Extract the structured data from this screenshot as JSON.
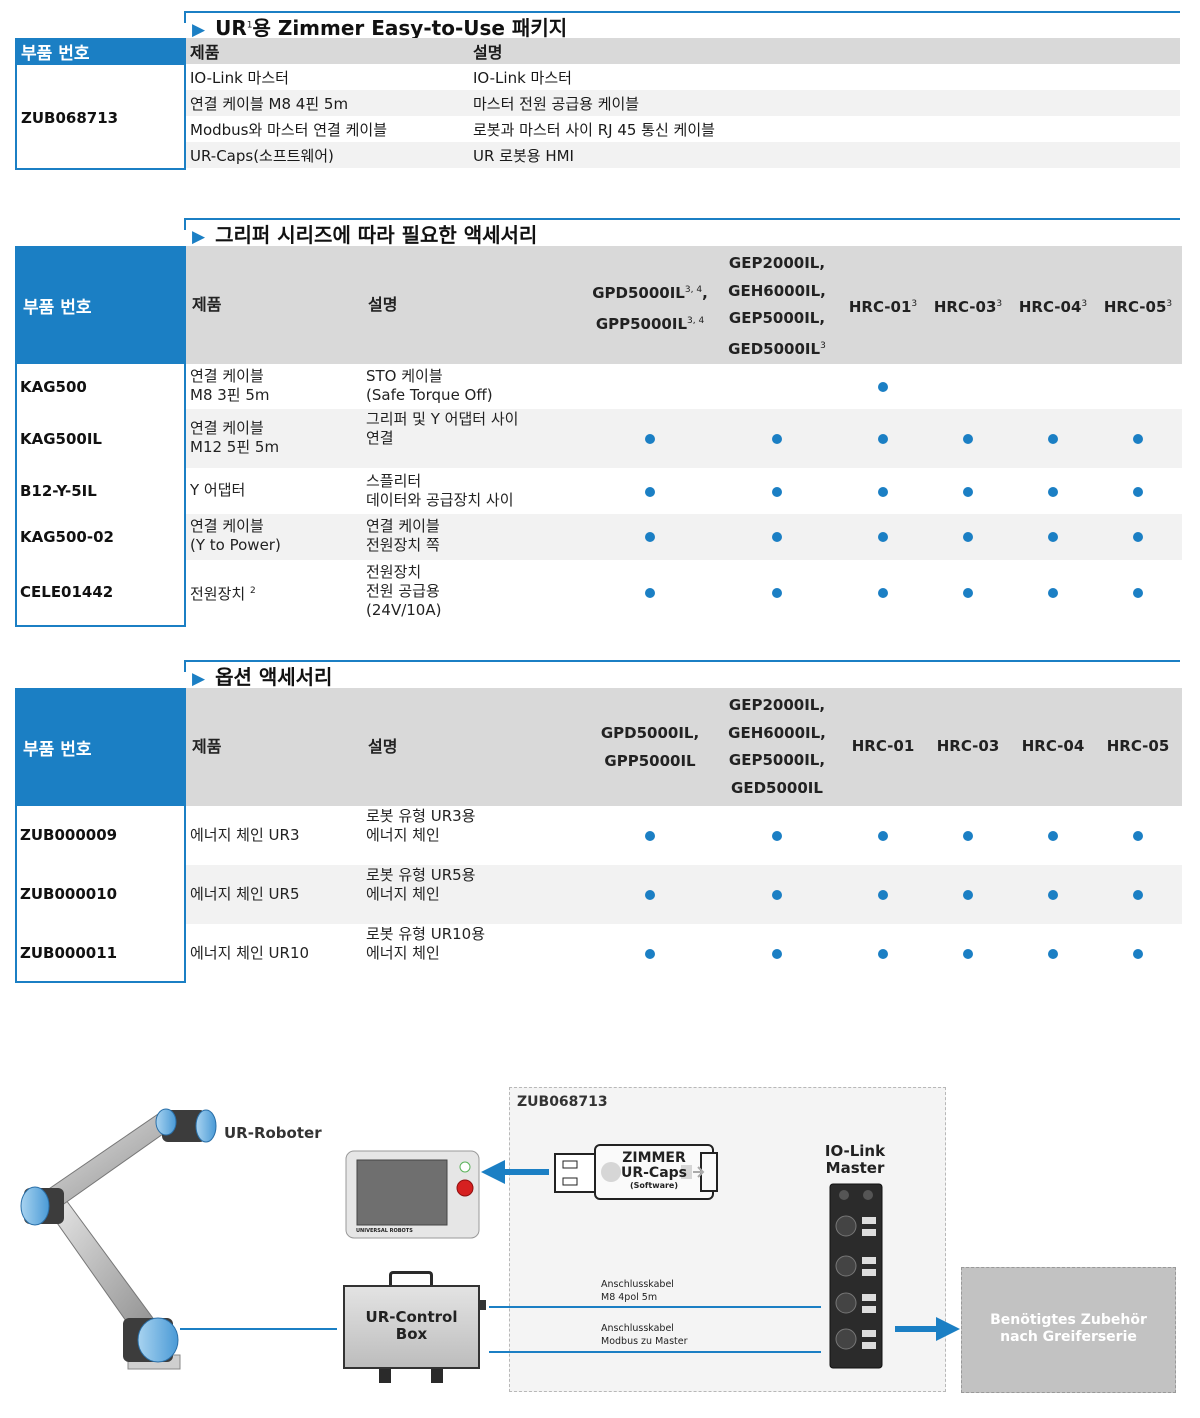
{
  "section1": {
    "title_prefix": "UR",
    "title_sup": "1",
    "title_suffix": "용 Zimmer Easy-to-Use 패키지",
    "part_header": "부품 번호",
    "part_number": "ZUB068713",
    "col_product": "제품",
    "col_desc": "설명",
    "rows": [
      {
        "product": "IO-Link 마스터",
        "desc": "IO-Link 마스터"
      },
      {
        "product": "연결 케이블 M8 4핀 5m",
        "desc": "마스터 전원 공급용 케이블"
      },
      {
        "product": "Modbus와 마스터 연결 케이블",
        "desc": "로봇과 마스터 사이 RJ 45 통신 케이블"
      },
      {
        "product": "UR-Caps(소프트웨어)",
        "desc": "UR 로봇용 HMI"
      }
    ]
  },
  "section2": {
    "title": "그리퍼 시리즈에 따라 필요한 액세서리",
    "part_header": "부품 번호",
    "col_product": "제품",
    "col_desc": "설명",
    "h1_l1": "GPD5000IL",
    "h1_s1": "3, 4",
    "h1_c": ",",
    "h1_l2": "GPP5000IL",
    "h1_s2": "3, 4",
    "h2_l1": "GEP2000IL,",
    "h2_l2": "GEH6000IL,",
    "h2_l3": "GEP5000IL,",
    "h2_l4": "GED5000IL",
    "h2_s": "3",
    "h3": "HRC-01",
    "h3_s": "3",
    "h4": "HRC-03",
    "h4_s": "3",
    "h5": "HRC-04",
    "h5_s": "3",
    "h6": "HRC-05",
    "h6_s": "3",
    "rows": [
      {
        "pn": "KAG500",
        "p1": "연결 케이블",
        "p2": "M8 3핀 5m",
        "d1": "STO 케이블",
        "d2": "(Safe Torque Off)",
        "d3": ""
      },
      {
        "pn": "KAG500IL",
        "p1": "연결 케이블",
        "p2": "M12 5핀 5m",
        "d1": "그리퍼 및 Y 어댑터 사이",
        "d2": "연결",
        "d3": ""
      },
      {
        "pn": "B12-Y-5IL",
        "p1": "Y 어댑터",
        "p2": "",
        "d1": "스플리터",
        "d2": "데이터와 공급장치 사이",
        "d3": ""
      },
      {
        "pn": "KAG500-02",
        "p1": "연결 케이블",
        "p2": "(Y to Power)",
        "d1": "연결 케이블",
        "d2": "전원장치 쪽",
        "d3": ""
      },
      {
        "pn": "CELE01442",
        "p1": "전원장치",
        "p1_sup": "2",
        "p2": "",
        "d1": "전원장치",
        "d2": "전원 공급용",
        "d3": "(24V/10A)"
      }
    ],
    "availability": [
      [
        false,
        false,
        true,
        false,
        false,
        false
      ],
      [
        true,
        true,
        true,
        true,
        true,
        true
      ],
      [
        true,
        true,
        true,
        true,
        true,
        true
      ],
      [
        true,
        true,
        true,
        true,
        true,
        true
      ],
      [
        true,
        true,
        true,
        true,
        true,
        true
      ]
    ]
  },
  "section3": {
    "title": "옵션 액세서리",
    "part_header": "부품 번호",
    "col_product": "제품",
    "col_desc": "설명",
    "h1_l1": "GPD5000IL,",
    "h1_l2": "GPP5000IL",
    "h2_l1": "GEP2000IL,",
    "h2_l2": "GEH6000IL,",
    "h2_l3": "GEP5000IL,",
    "h2_l4": "GED5000IL",
    "h3": "HRC-01",
    "h4": "HRC-03",
    "h5": "HRC-04",
    "h6": "HRC-05",
    "rows": [
      {
        "pn": "ZUB000009",
        "p1": "에너지 체인 UR3",
        "d1": "로봇 유형 UR3용",
        "d2": "에너지 체인"
      },
      {
        "pn": "ZUB000010",
        "p1": "에너지 체인 UR5",
        "d1": "로봇 유형 UR5용",
        "d2": "에너지 체인"
      },
      {
        "pn": "ZUB000011",
        "p1": "에너지 체인 UR10",
        "d1": "로봇 유형 UR10용",
        "d2": "에너지 체인"
      }
    ],
    "availability": [
      [
        true,
        true,
        true,
        true,
        true,
        true
      ],
      [
        true,
        true,
        true,
        true,
        true,
        true
      ],
      [
        true,
        true,
        true,
        true,
        true,
        true
      ]
    ]
  },
  "diagram": {
    "robot_label": "UR-Roboter",
    "package_label": "ZUB068713",
    "usb_l1": "ZIMMER",
    "usb_l2": "UR-Caps",
    "usb_l3": "(Software)",
    "iolink_l1": "IO-Link",
    "iolink_l2": "Master",
    "control_l1": "UR-Control",
    "control_l2": "Box",
    "pendant_brand": "UNIVERSAL ROBOTS",
    "cable1_l1": "Anschlusskabel",
    "cable1_l2": "M8 4pol 5m",
    "cable2_l1": "Anschlusskabel",
    "cable2_l2": "Modbus zu Master",
    "accessory_l1": "Benötigtes Zubehör",
    "accessory_l2": "nach Greiferserie",
    "colors": {
      "accent": "#1b7fc4",
      "header_gray": "#d9d9d9",
      "row_alt": "#f2f2f2"
    }
  }
}
